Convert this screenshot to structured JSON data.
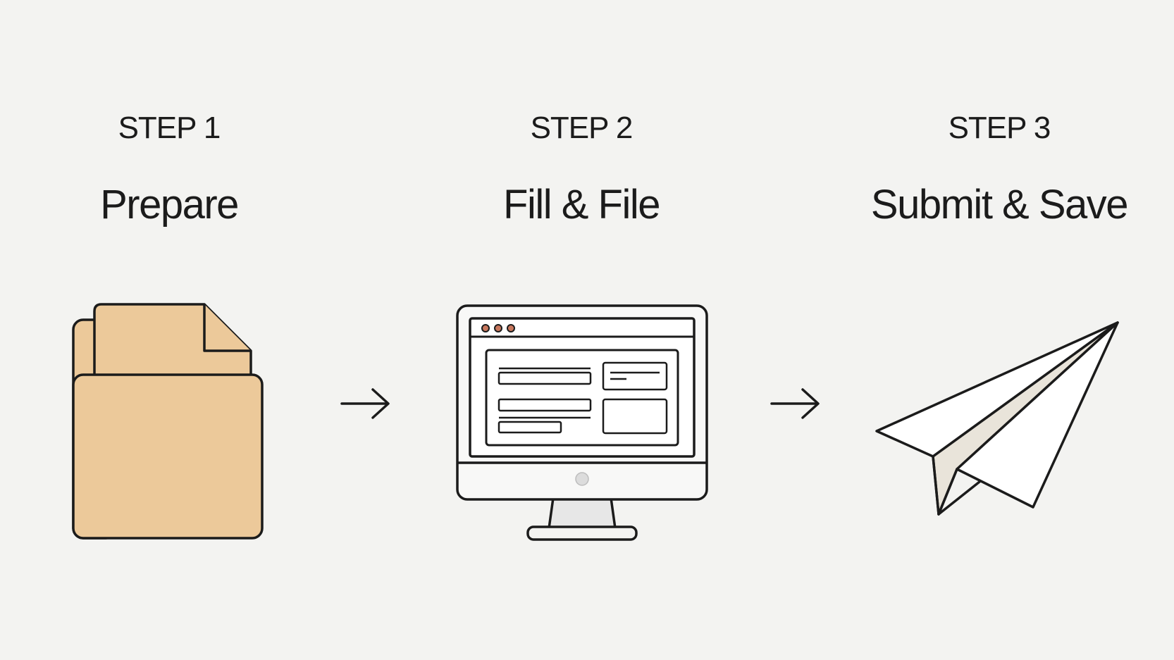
{
  "steps": [
    {
      "label": "STEP 1",
      "title": "Prepare",
      "icon": "folder-icon"
    },
    {
      "label": "STEP 2",
      "title": "Fill & File",
      "icon": "monitor-icon"
    },
    {
      "label": "STEP 3",
      "title": "Submit & Save",
      "icon": "paper-plane-icon"
    }
  ],
  "colors": {
    "background": "#f3f3f1",
    "stroke": "#1b1b1b",
    "folder_fill": "#ecc99a",
    "plane_fold": "#e9e4da",
    "monitor_stand": "#e7e7e7",
    "window_dots": [
      "#c8775d",
      "#c8775d",
      "#c8775d"
    ]
  }
}
